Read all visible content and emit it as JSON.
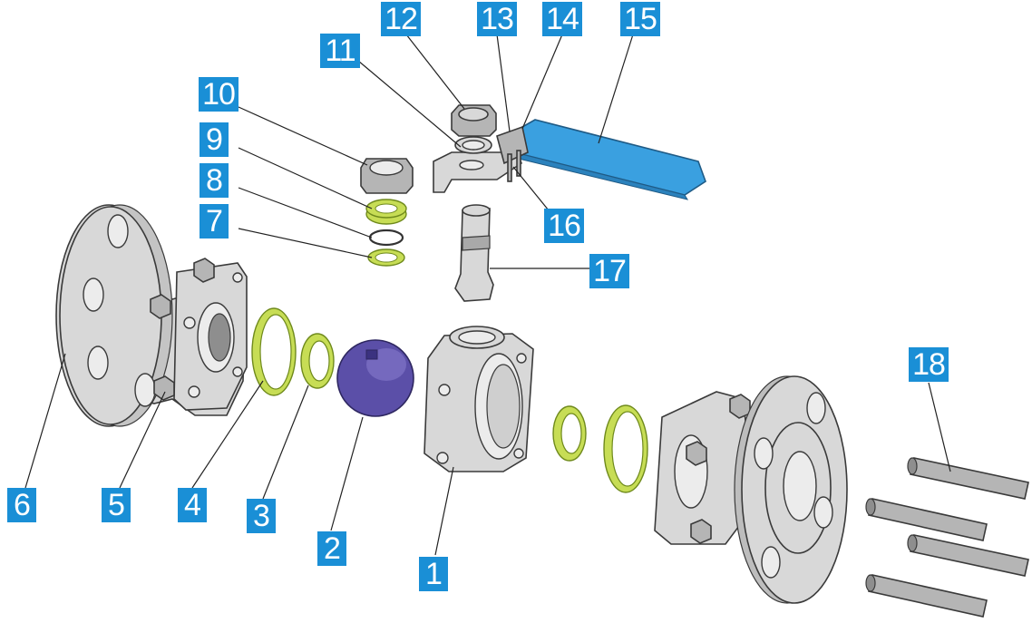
{
  "diagram": {
    "part_numbers": [
      "1",
      "2",
      "3",
      "4",
      "5",
      "6",
      "7",
      "8",
      "9",
      "10",
      "11",
      "12",
      "13",
      "14",
      "15",
      "16",
      "17",
      "18"
    ],
    "colors": {
      "label_bg": "#1a8fd6",
      "label_text": "#ffffff",
      "metal": "#d8d8d8",
      "seal_green": "#c7dd55",
      "ball_purple": "#5b4fa8",
      "handle_blue": "#3aa0e0"
    }
  }
}
